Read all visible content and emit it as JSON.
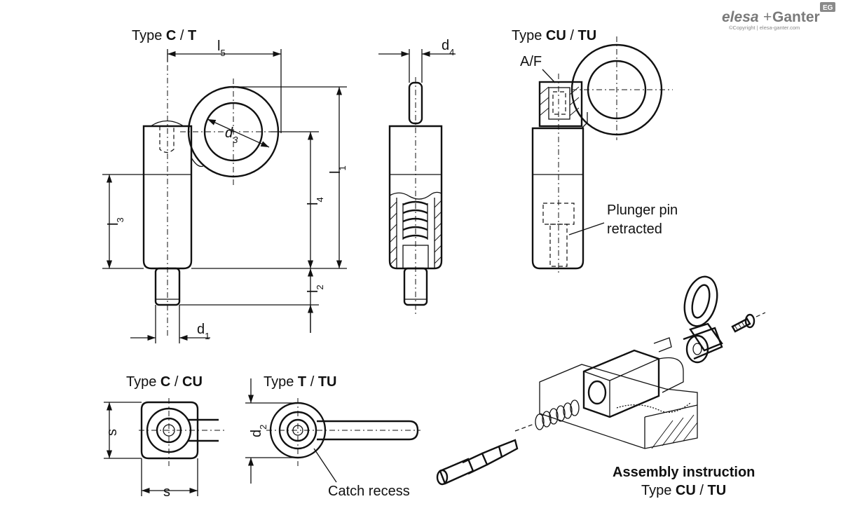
{
  "brand": {
    "name_part1": "elesa",
    "name_part2": "Ganter",
    "badge": "EG",
    "copyright": "©Copyright | elesa-ganter.com"
  },
  "views": {
    "front": {
      "title_prefix": "Type ",
      "title_a": "C",
      "title_sep": " / ",
      "title_b": "T"
    },
    "section": {
      "title_prefix": "Type ",
      "title_a": "CU",
      "title_sep": " / ",
      "title_b": "TU"
    },
    "top_square": {
      "title_prefix": "Type ",
      "title_a": "C",
      "title_sep": " / ",
      "title_b": "CU"
    },
    "top_round": {
      "title_prefix": "Type ",
      "title_a": "T",
      "title_sep": " / ",
      "title_b": "TU"
    }
  },
  "dimensions": {
    "l5": {
      "main": "l",
      "sub": "5"
    },
    "d4": {
      "main": "d",
      "sub": "4"
    },
    "d3": {
      "main": "d",
      "sub": "3"
    },
    "l1": {
      "main": "l",
      "sub": "1"
    },
    "l4": {
      "main": "l",
      "sub": "4"
    },
    "l3": {
      "main": "l",
      "sub": "3"
    },
    "l2": {
      "main": "l",
      "sub": "2"
    },
    "d1": {
      "main": "d",
      "sub": "1"
    },
    "d2": {
      "main": "d",
      "sub": "2"
    },
    "s_vertical": "s",
    "s_horizontal": "s"
  },
  "annotations": {
    "af": "A/F",
    "plunger_line1": "Plunger pin",
    "plunger_line2": "retracted",
    "catch_recess": "Catch recess",
    "assembly_line1": "Assembly instruction",
    "assembly_prefix": "Type ",
    "assembly_a": "CU",
    "assembly_sep": " / ",
    "assembly_b": "TU"
  }
}
